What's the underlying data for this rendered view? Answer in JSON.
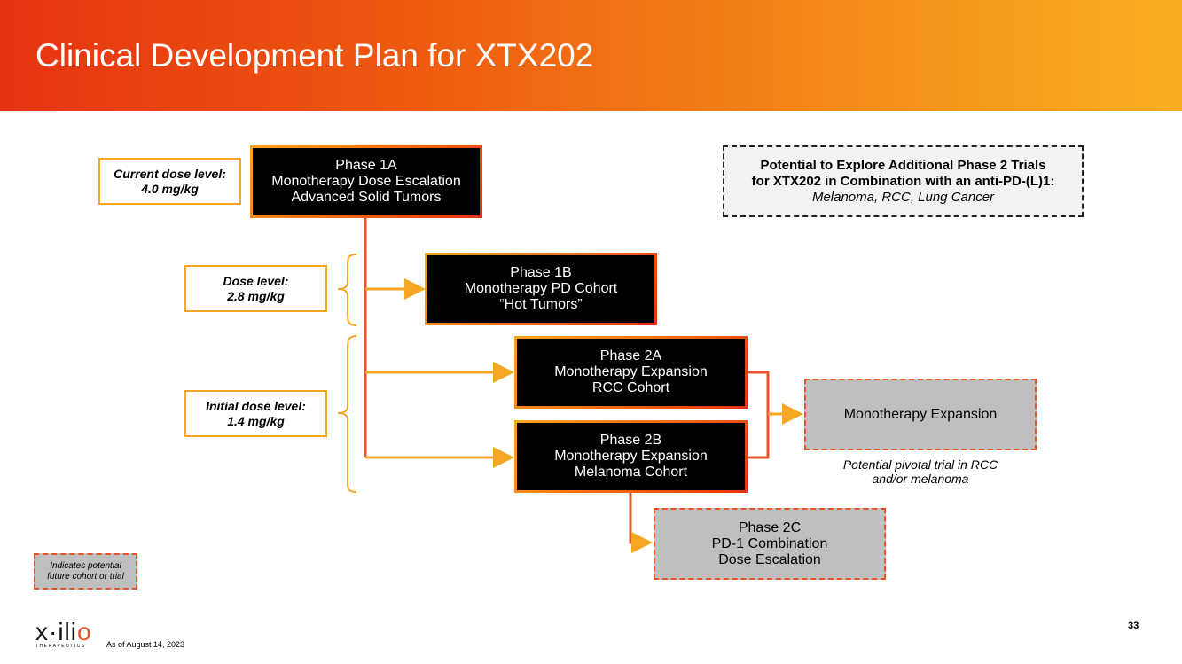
{
  "title": "Clinical Development Plan for XTX202",
  "phases": {
    "p1a": [
      "Phase 1A",
      "Monotherapy Dose Escalation",
      "Advanced Solid Tumors"
    ],
    "p1b": [
      "Phase 1B",
      "Monotherapy PD Cohort",
      "“Hot Tumors”"
    ],
    "p2a": [
      "Phase 2A",
      "Monotherapy Expansion",
      "RCC Cohort"
    ],
    "p2b": [
      "Phase 2B",
      "Monotherapy Expansion",
      "Melanoma Cohort"
    ],
    "expansion": "Monotherapy Expansion",
    "p2c": [
      "Phase 2C",
      "PD-1 Combination",
      "Dose Escalation"
    ]
  },
  "dose_levels": {
    "current": [
      "Current dose level:",
      "4.0 mg/kg"
    ],
    "mid": [
      "Dose level:",
      "2.8 mg/kg"
    ],
    "initial": [
      "Initial dose level:",
      "1.4 mg/kg"
    ]
  },
  "note": {
    "line1": "Potential to Explore Additional Phase 2 Trials",
    "line2": "for XTX202 in Combination with an anti-PD-(L)1:",
    "line3": "Melanoma, RCC, Lung Cancer"
  },
  "caption": [
    "Potential pivotal trial in RCC",
    "and/or melanoma"
  ],
  "legend": [
    "Indicates potential",
    "future cohort or trial"
  ],
  "footer": {
    "logo": [
      "x·ili",
      "o"
    ],
    "logo_sub": "THERAPEUTICS",
    "date": "As of August 14, 2023",
    "page": "33"
  },
  "colors": {
    "accent_orange": "#f5a623",
    "accent_red": "#e63312"
  }
}
